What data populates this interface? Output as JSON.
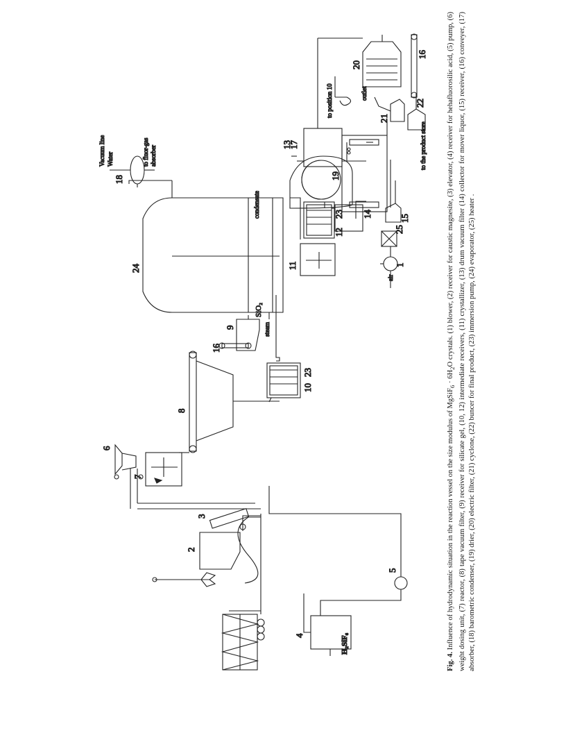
{
  "diagram": {
    "labels": {
      "n1": "1",
      "n2": "2",
      "n3": "3",
      "n4": "4",
      "n5": "5",
      "n6": "6",
      "n7": "7",
      "n8": "8",
      "n9": "9",
      "n10": "10",
      "n11": "11",
      "n12": "12",
      "n13": "13",
      "n14": "14",
      "n15": "15",
      "n16a": "16",
      "n16b": "16",
      "n17": "17",
      "n18": "18",
      "n19": "19",
      "n20": "20",
      "n21": "21",
      "n22": "22",
      "n23a": "23",
      "n23b": "23",
      "n24": "24",
      "n25": "25"
    },
    "h2sif6": "H₂SiF₆",
    "sio2": "SiO₂",
    "steam": "steam",
    "condensate": "condensate",
    "vacuum_line": "Vacuum line",
    "water": "Water",
    "to_fluor_gas": "to fluor-gas",
    "absorber": "absorber",
    "outlet": "outlet",
    "to_position": "to position 10",
    "air": "air",
    "to_product_store": "to the product store"
  },
  "caption": {
    "fig_label": "Fig. 4.",
    "text_before": " Influence of hydrodynamic situation in the reaction vessel on the size modulus of MgSiF",
    "sub1": "6",
    "text_mid": " · 6H",
    "sub2": "2",
    "text_after": "O crystals. (1) blower, (2)  receiver for caustic magnesite, (3) elevator, (4) receiver for hehafluorosilic acid, (5) pump, (6) weight dosing unit, (7) reactor, (8) tape vacuum filter, (9) receiver for silicate gel, (10, 12) intermediate receivers, (11) crystallizer, (13) drum vacuum filter (14) collector for mover liquor, (15) receiver, (16) conveyer, (17) absorber, (18) barometric condenser, (19) drier, (20) electric filter, (21) cyclone, (22)  buncer for final product, (23) immersion pump, (24) evaporator, (25) heater ."
  }
}
